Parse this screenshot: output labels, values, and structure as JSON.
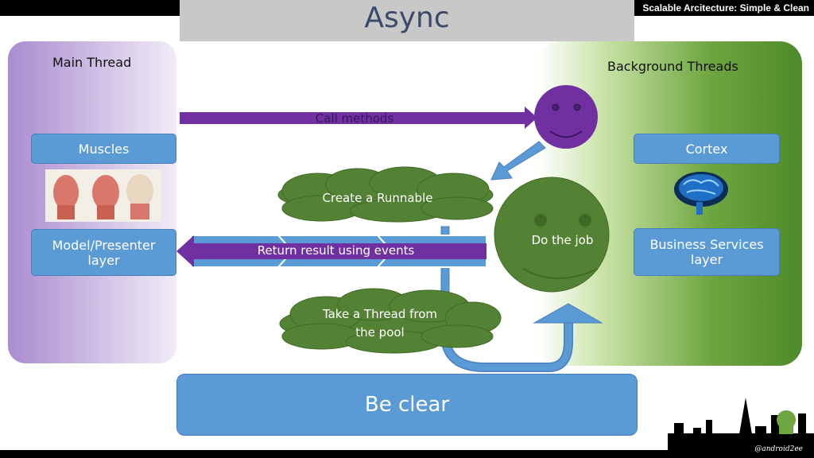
{
  "header": {
    "brand_text": "Scalable Arcitecture: Simple & Clean",
    "title": "Async"
  },
  "main_thread": {
    "label": "Main Thread",
    "muscles_label": "Muscles",
    "layer_label_line1": "Model/Presenter",
    "layer_label_line2": "layer"
  },
  "background_threads": {
    "label": "Background Threads",
    "cortex_label": "Cortex",
    "layer_label_line1": "Business Services",
    "layer_label_line2": "layer"
  },
  "flow": {
    "call_methods": "Call methods",
    "create_runnable": "Create a Runnable",
    "return_result": "Return result using events",
    "take_thread_line1": "Take a Thread from",
    "take_thread_line2": "the pool",
    "do_the_job": "Do the job"
  },
  "footer": {
    "be_clear": "Be clear",
    "watermark": "@android2ee"
  },
  "colors": {
    "purple": "#7030a0",
    "green_cloud": "#548235",
    "blue_box": "#5b9bd5",
    "smiley_purple": "#7030a0",
    "smiley_green": "#548235"
  }
}
